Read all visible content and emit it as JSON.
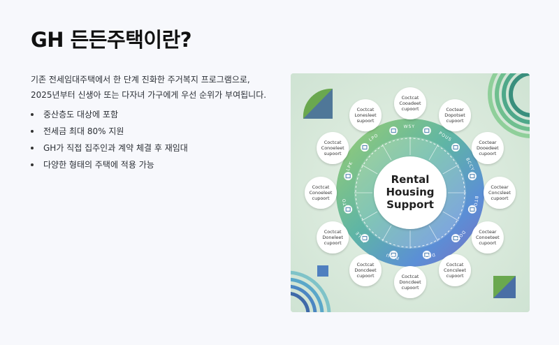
{
  "title": "GH 든든주택이란?",
  "description": [
    "기존 전세임대주택에서 한 단계 진화한 주거복지 프로그램으로,",
    "2025년부터 신생아 또는 다자녀 가구에게 우선 순위가 부여됩니다."
  ],
  "bullets": [
    "중산층도 대상에 포함",
    "전세금 최대 80% 지원",
    "GH가 직접 집주인과 계약 체결 후 재임대",
    "다양한 형태의 주택에 적용 가능"
  ],
  "diagram": {
    "center_label": [
      "Rental",
      "Housing",
      "Support"
    ],
    "nodes": [
      [
        "Coctcat",
        "Cooadeet",
        "cupoort"
      ],
      [
        "Coctear",
        "Dopotset",
        "cupoort"
      ],
      [
        "Coctear",
        "Dooedeet",
        "cupoort"
      ],
      [
        "Coctear",
        "Concsleet",
        "cupoort"
      ],
      [
        "Coctear",
        "Conoeteet",
        "cupoort"
      ],
      [
        "Coctcat",
        "Concsleet",
        "cupoort"
      ],
      [
        "Coctcat",
        "Doncdeet",
        "cupoort"
      ],
      [
        "Coctcat",
        "Doncdeet",
        "cupoort"
      ],
      [
        "Coctcat",
        "Doneleet",
        "cupoort"
      ],
      [
        "Coctcat",
        "Conoeleet",
        "cupoort"
      ],
      [
        "Coctcat",
        "Conoeleet",
        "supoort"
      ],
      [
        "Coctcat",
        "Lonesleet",
        "supoort"
      ]
    ],
    "ring_labels": [
      "POUS",
      "BCCY",
      "BTO",
      "DOR",
      "DOS",
      "POLU",
      "FOLE",
      "LTO",
      "LPK",
      "LPO",
      "WSY"
    ],
    "ring_icons": [
      "basket-icon",
      "bag-icon",
      "trash-icon",
      "building-icon",
      "home-icon",
      "home-icon",
      "monitor-icon",
      "phone-icon",
      "tablet-icon",
      "book-icon",
      "bell-icon",
      "house-icon"
    ],
    "colors": {
      "green": "#8cc56a",
      "teal": "#5fb5a5",
      "blue": "#5b8fd6",
      "purple": "#7a6ec2",
      "background": "#d6e9da"
    }
  }
}
